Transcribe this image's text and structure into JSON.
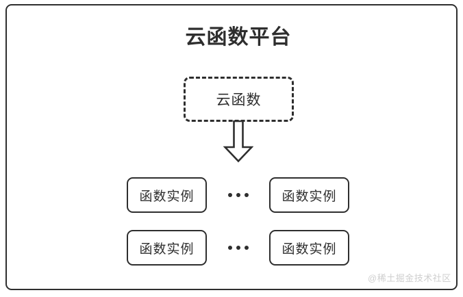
{
  "diagram": {
    "title": "云函数平台",
    "colors": {
      "stroke": "#2e2e2e",
      "background": "#ffffff",
      "watermark": "#cfcfcf"
    },
    "cloud_function": {
      "label": "云函数",
      "border_style": "dashed"
    },
    "flow_arrow": {
      "icon": "arrow-down-icon",
      "direction": "down",
      "style": "hollow-block"
    },
    "instance_rows": [
      {
        "left": {
          "label": "函数实例"
        },
        "separator": "…",
        "right": {
          "label": "函数实例"
        }
      },
      {
        "left": {
          "label": "函数实例"
        },
        "separator": "…",
        "right": {
          "label": "函数实例"
        }
      }
    ],
    "watermark": "@稀土掘金技术社区"
  }
}
